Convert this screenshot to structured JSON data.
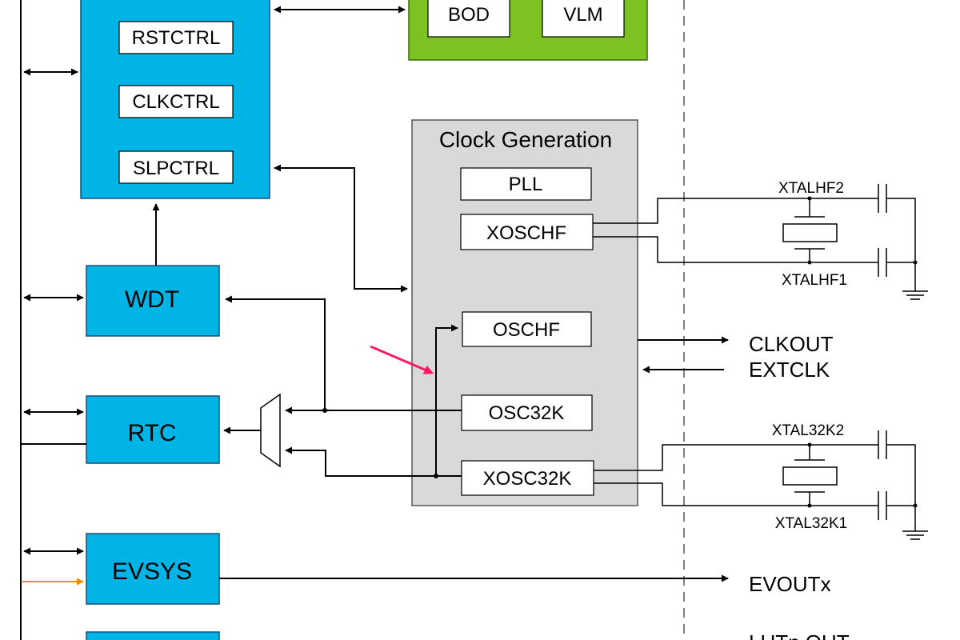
{
  "blocks": {
    "rstctrl": "RSTCTRL",
    "clkctrl": "CLKCTRL",
    "slpctrl": "SLPCTRL",
    "bod": "BOD",
    "vlm": "VLM",
    "wdt": "WDT",
    "rtc": "RTC",
    "evsys": "EVSYS",
    "clock_generation": {
      "title": "Clock Generation",
      "pll": "PLL",
      "xoschf": "XOSCHF",
      "oschf": "OSCHF",
      "osc32k": "OSC32K",
      "xosc32k": "XOSC32K"
    }
  },
  "signals": {
    "xtalhf2": "XTALHF2",
    "xtalhf1": "XTALHF1",
    "clkout": "CLKOUT",
    "extclk": "EXTCLK",
    "xtal32k2": "XTAL32K2",
    "xtal32k1": "XTAL32K1",
    "evoutx": "EVOUTx",
    "lutn_out_partial": "LUTn OUT"
  },
  "colors": {
    "peripheral_blue": "#00b4e6",
    "power_green": "#7cc220",
    "clockgen_gray": "#d9d9d9",
    "event_orange": "#f08c00",
    "highlight_arrow": "#ff1a66",
    "line": "#000000"
  }
}
